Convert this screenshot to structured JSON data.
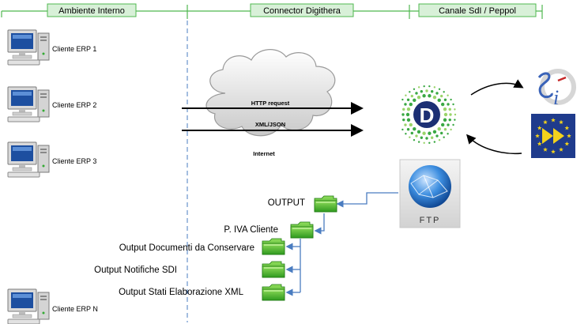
{
  "sections": {
    "internal": "Ambiente Interno",
    "connector": "Connector Digithera",
    "channel": "Canale SdI / Peppol"
  },
  "clients": [
    {
      "label": "Cliente ERP 1"
    },
    {
      "label": "Cliente ERP 2"
    },
    {
      "label": "Cliente ERP 3"
    },
    {
      "label": "Cliente ERP N"
    }
  ],
  "cloud": {
    "request": "HTTP request",
    "format": "XML/JSON",
    "caption": "Internet"
  },
  "ftp": {
    "label": "FTP"
  },
  "folders": {
    "output": "OUTPUT",
    "piva": "P. IVA Cliente",
    "docs": "Output Documenti da Conservare",
    "notifiche": "Output Notifiche SDI",
    "stati": "Output Stati Elaborazione XML"
  },
  "logos": {
    "digithera": "D",
    "sdi": "sdi"
  },
  "colors": {
    "section_border": "#4fb84f",
    "section_fill": "#d8f0d8",
    "folder_green": "#44b02a",
    "connector_blue": "#4a7cc0",
    "digithera_blue": "#1c2f74",
    "digithera_green": "#3aa843",
    "peppol_blue": "#1f3b8c",
    "peppol_yellow": "#f2d21c"
  },
  "icons": [
    "computer-icon",
    "cloud-icon",
    "folder-icon",
    "ftp-globe-icon",
    "digithera-logo-icon",
    "sdi-logo-icon",
    "peppol-logo-icon"
  ]
}
